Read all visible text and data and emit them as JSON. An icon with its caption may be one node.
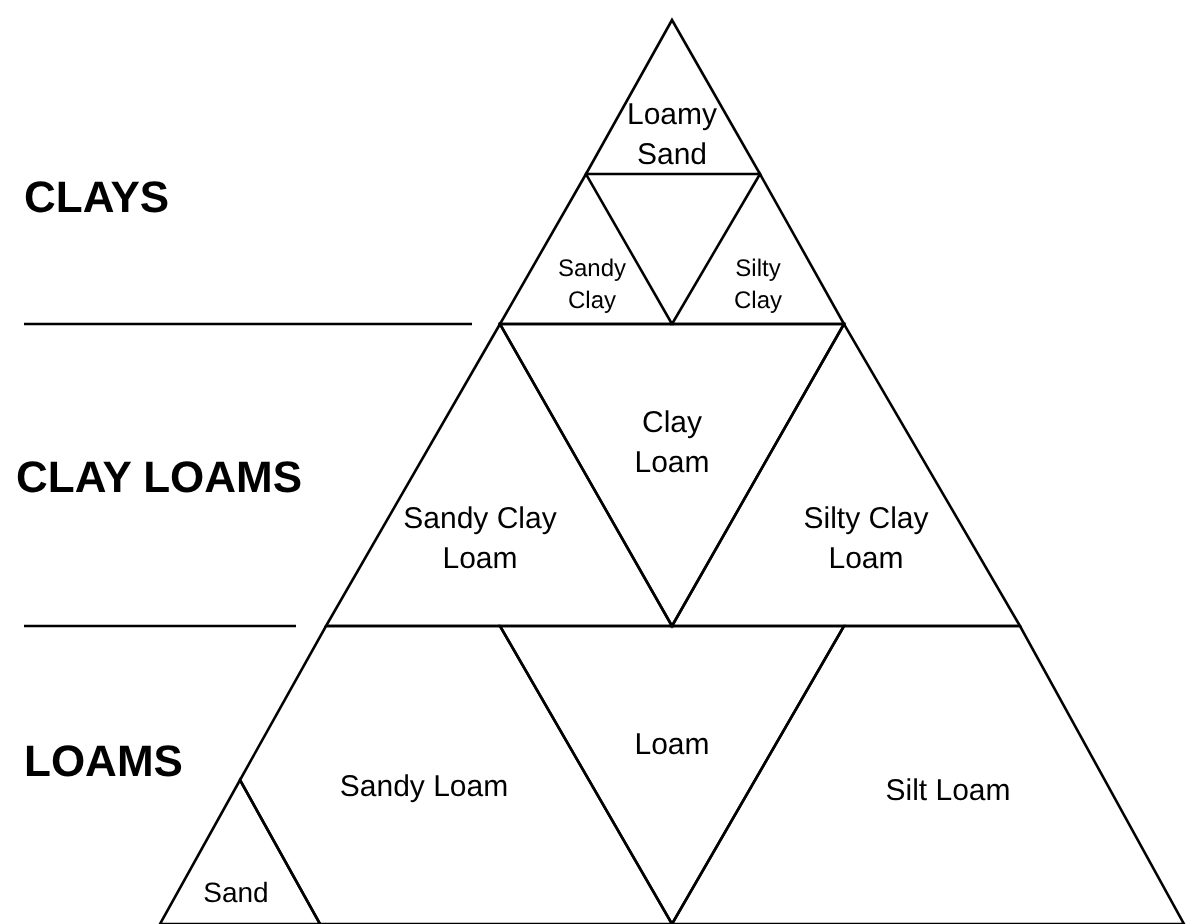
{
  "diagram": {
    "nodes": [
      {
        "text": [
          "Loamy Sand"
        ]
      },
      {
        "text": [
          "Sandy Clay"
        ]
      },
      {
        "text": [
          "Silty Clay"
        ]
      },
      {
        "text": [
          "Clay Loam"
        ]
      },
      {
        "text": [
          "Sandy Clay Loam"
        ]
      },
      {
        "text": [
          "Silty Clay Loam"
        ]
      },
      {
        "text": [
          "Sandy Loam"
        ]
      },
      {
        "text": [
          "Loam"
        ]
      },
      {
        "text": [
          "Silt Loam"
        ]
      },
      {
        "text": [
          "Sand"
        ]
      }
    ],
    "labels": [
      "CLAYS",
      "CLAY LOAMS",
      "LOAMS"
    ]
  }
}
